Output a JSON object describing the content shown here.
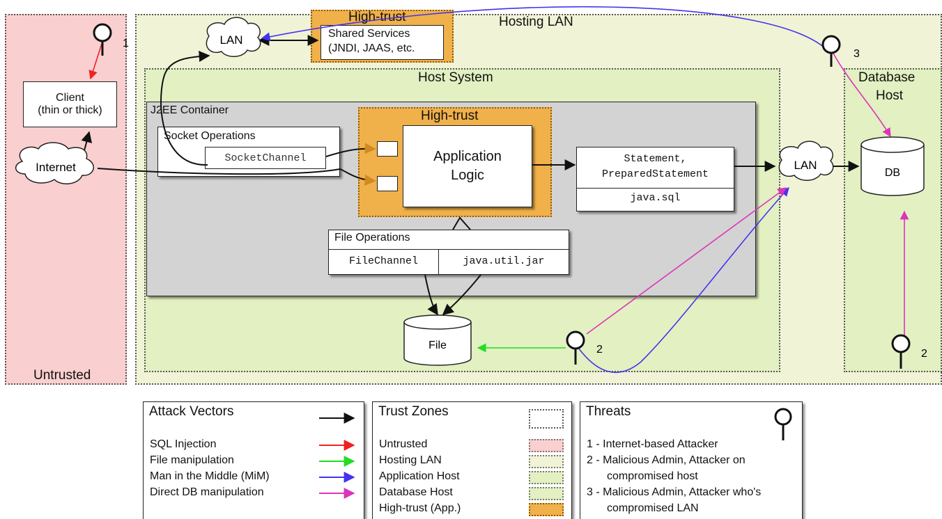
{
  "zones": {
    "untrusted": "Untrusted",
    "hosting_lan": "Hosting LAN",
    "host_system": "Host System",
    "database_host_line1": "Database",
    "database_host_line2": "Host",
    "j2ee": "J2EE Container",
    "high_trust_app": "High-trust",
    "high_trust_shared": "High-trust"
  },
  "nodes": {
    "client_line1": "Client",
    "client_line2": "(thin or thick)",
    "internet": "Internet",
    "lan_top": "LAN",
    "lan_right": "LAN",
    "shared_line1": "Shared Services",
    "shared_line2": "(JNDI, JAAS, etc.",
    "socket_ops": "Socket Operations",
    "socket_channel": "SocketChannel",
    "app_line1": "Application",
    "app_line2": "Logic",
    "statement_line1": "Statement,",
    "statement_line2": "PreparedStatement",
    "java_sql": "java.sql",
    "file_ops": "File Operations",
    "file_channel": "FileChannel",
    "java_util_jar": "java.util.jar",
    "file": "File",
    "db": "DB"
  },
  "threat_labels": {
    "t1": "1",
    "t2a": "2",
    "t2b": "2",
    "t3": "3"
  },
  "legend": {
    "attack_vectors": {
      "title": "Attack Vectors",
      "items": [
        "SQL Injection",
        "File manipulation",
        "Man in the Middle (MiM)",
        "Direct DB manipulation"
      ]
    },
    "trust_zones": {
      "title": "Trust Zones",
      "items": [
        "Untrusted",
        "Hosting LAN",
        "Application Host",
        "Database Host",
        "High-trust (App.)"
      ]
    },
    "threats": {
      "title": "Threats",
      "items": [
        "1 - Internet-based Attacker",
        "2 - Malicious Admin, Attacker on",
        "compromised host",
        "3 - Malicious Admin, Attacker who's",
        "compromised LAN"
      ]
    }
  },
  "colors": {
    "untrusted": "#f9cfcf",
    "hosting_lan": "#f0f3d6",
    "host_system": "#e2f0c2",
    "database_host": "#e2f0c2",
    "high_trust": "#f0b04a",
    "container": "#d3d3d3",
    "sql_injection": "#ee2222",
    "file_manipulation": "#22dd22",
    "mitm": "#4433ee",
    "direct_db": "#dd33bb"
  }
}
